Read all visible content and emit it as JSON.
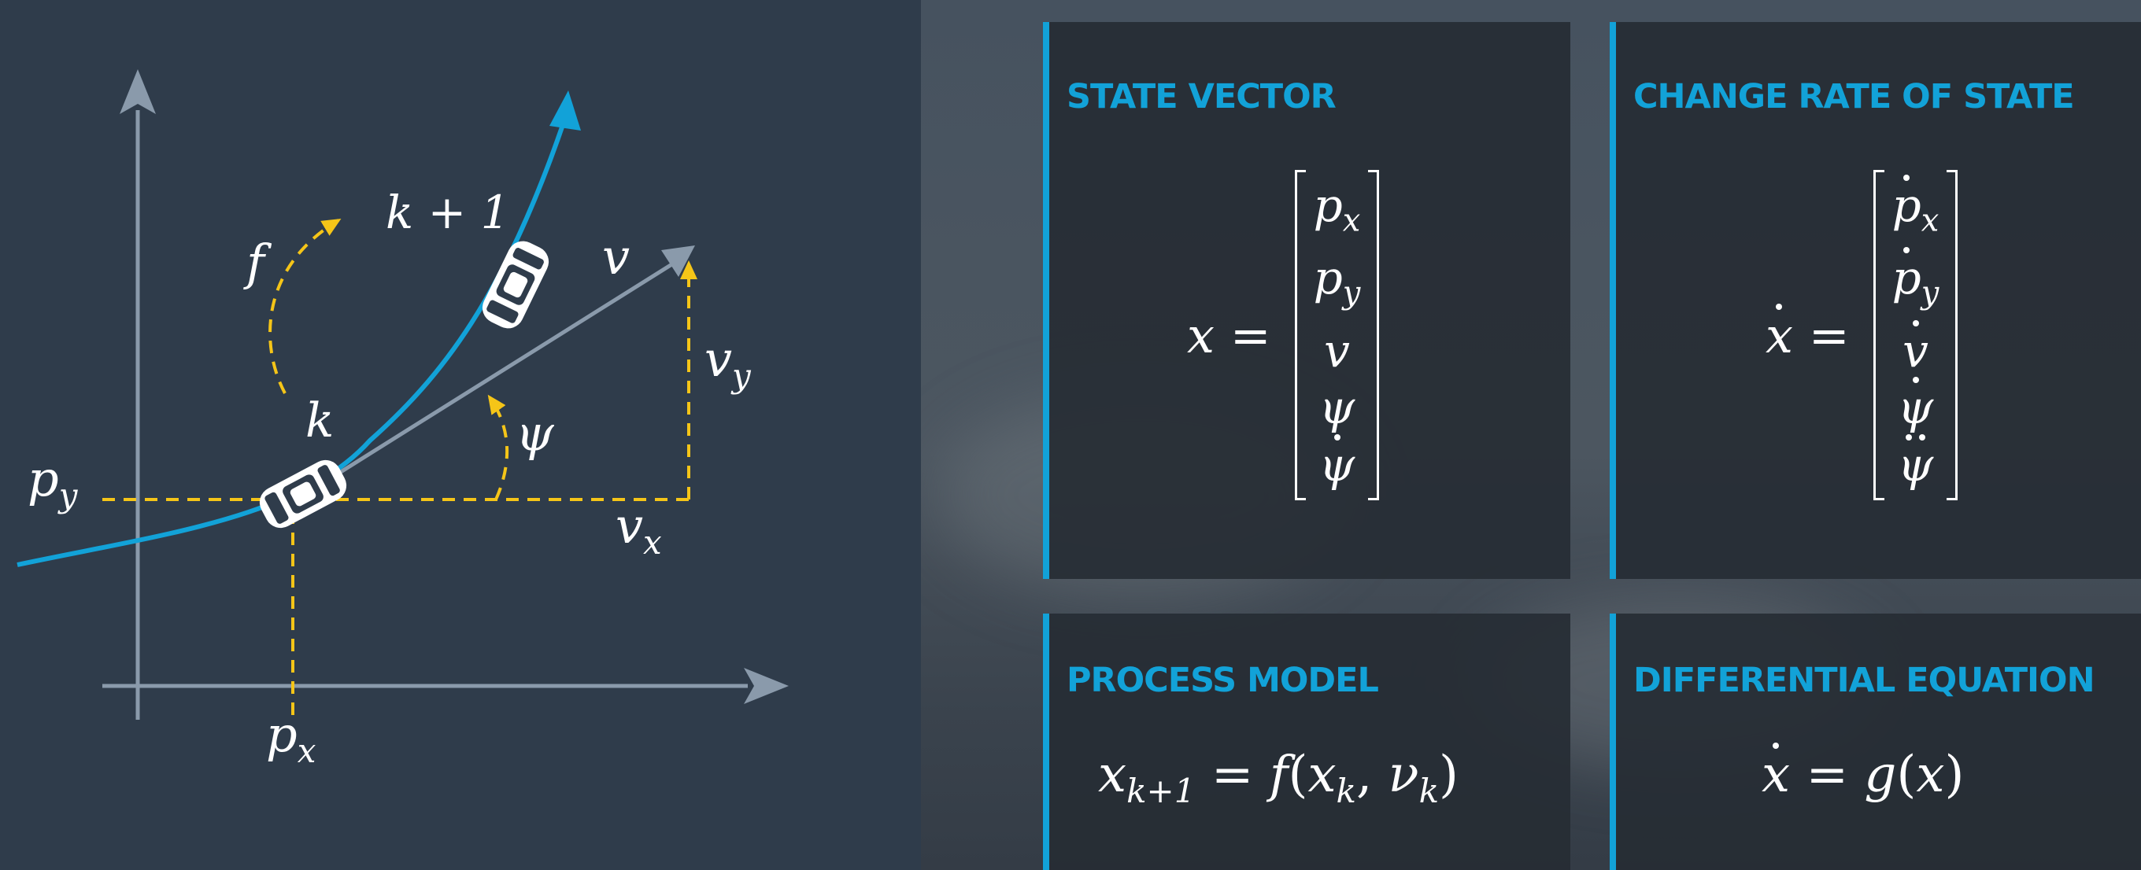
{
  "diagram": {
    "labels": {
      "k_plus_1": "k + 1",
      "f": "f",
      "v": "v",
      "v_y": "v",
      "v_y_sub": "y",
      "k": "k",
      "psi": "ψ",
      "p_y": "p",
      "p_y_sub": "y",
      "v_x": "v",
      "v_x_sub": "x",
      "p_x": "p",
      "p_x_sub": "x"
    }
  },
  "cards": {
    "state_vector": {
      "title": "STATE VECTOR",
      "lhs": "x",
      "equals": "=",
      "entries": [
        {
          "base": "p",
          "sub": "x"
        },
        {
          "base": "p",
          "sub": "y"
        },
        {
          "base": "v",
          "sub": ""
        },
        {
          "base": "ψ",
          "sub": ""
        },
        {
          "base": "ψ",
          "sub": ""
        }
      ]
    },
    "change_rate": {
      "title": "CHANGE RATE OF STATE",
      "lhs": "x",
      "equals": "=",
      "entries": [
        {
          "base": "p",
          "sub": "x"
        },
        {
          "base": "p",
          "sub": "y"
        },
        {
          "base": "v",
          "sub": ""
        },
        {
          "base": "ψ",
          "sub": ""
        },
        {
          "base": "ψ",
          "sub": ""
        }
      ]
    },
    "process_model": {
      "title": "PROCESS MODEL",
      "lhs_base": "x",
      "lhs_sub": "k+1",
      "equals": "=",
      "func": "f",
      "open": "(",
      "arg1_base": "x",
      "arg1_sub": "k",
      "comma": ",",
      "arg2_base": "ν",
      "arg2_sub": "k",
      "close": ")"
    },
    "differential_equation": {
      "title": "DIFFERENTIAL EQUATION",
      "lhs": "x",
      "equals": "=",
      "func": "g",
      "open": "(",
      "arg": "x",
      "close": ")"
    }
  },
  "colors": {
    "accent_blue": "#12a2d8",
    "dash_yellow": "#f5c518",
    "axis_gray": "#8a9aab"
  }
}
